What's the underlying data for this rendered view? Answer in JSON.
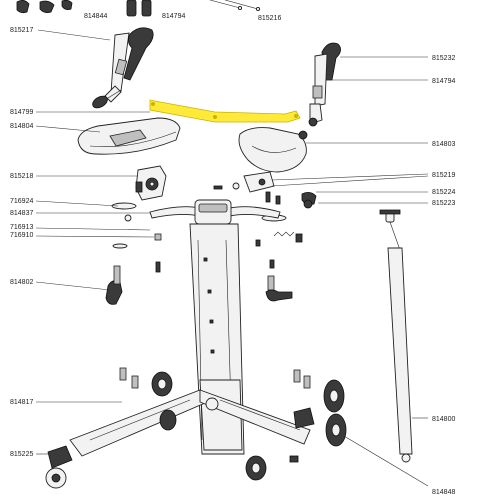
{
  "colors": {
    "highlight": "#ffea3a",
    "highlight_stroke": "#c9b400",
    "line": "#222222",
    "dark_part": "#3a3a3a"
  },
  "labels": {
    "top_814844": "814844",
    "top_814794": "814794",
    "top_815216": "815216",
    "l_815217": "815217",
    "l_814799": "814799",
    "l_814804": "814804",
    "l_815218": "815218",
    "l_716924": "716924",
    "l_814837": "814837",
    "l_716913": "716913",
    "l_716910": "716910",
    "l_814802": "814802",
    "l_814817": "814817",
    "l_815225": "815225",
    "r_815232": "815232",
    "r_814794": "814794",
    "r_814803": "814803",
    "r_815219": "815219",
    "r_815224": "815224",
    "r_815223": "815223",
    "r_814800": "814800",
    "r_814848": "814848"
  },
  "parts": [
    {
      "name": "armrest-rail-814799",
      "highlighted": true
    }
  ]
}
